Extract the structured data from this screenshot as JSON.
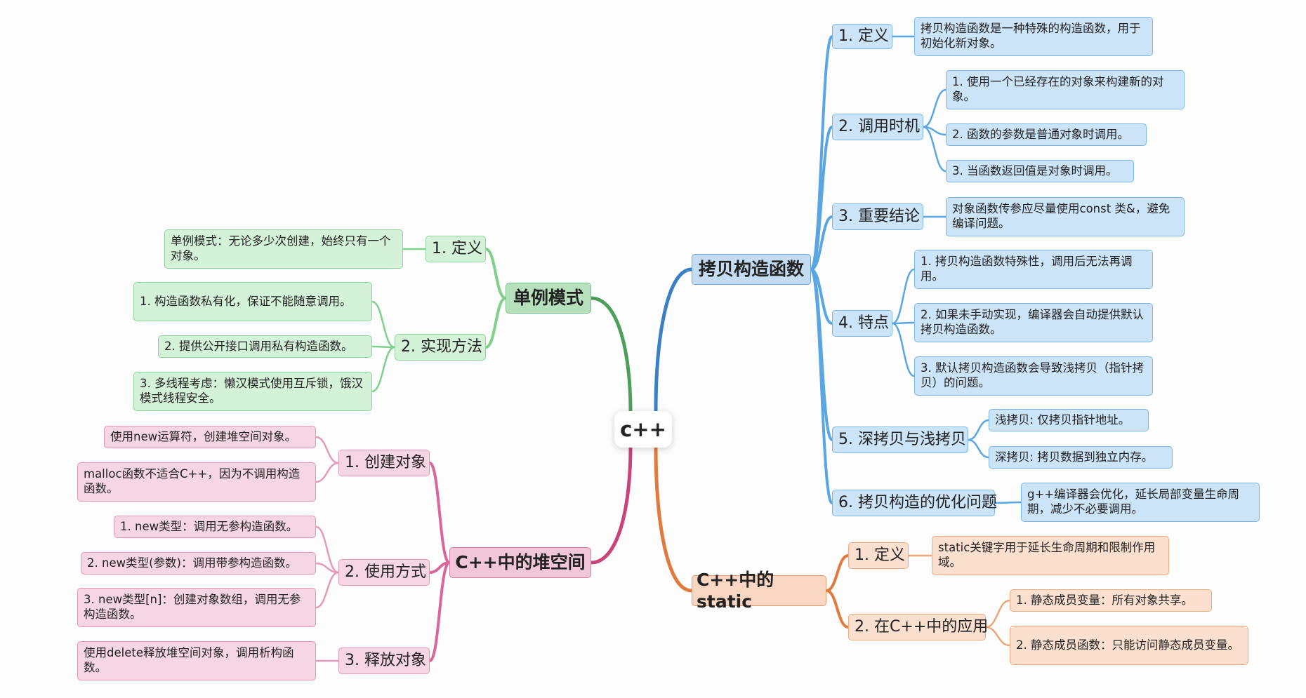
{
  "center": "c++",
  "branches": {
    "copy": {
      "title": "拷贝构造函数",
      "def": {
        "label": "1. 定义",
        "leaf": "拷贝构造函数是一种特殊的构造函数，用于初始化新对象。"
      },
      "timing": {
        "label": "2. 调用时机",
        "leaves": [
          "1. 使用一个已经存在的对象来构建新的对象。",
          "2. 函数的参数是普通对象时调用。",
          "3. 当函数返回值是对象时调用。"
        ]
      },
      "conclusion": {
        "label": "3. 重要结论",
        "leaf": "对象函数传参应尽量使用const 类&，避免编译问题。"
      },
      "features": {
        "label": "4. 特点",
        "leaves": [
          "1. 拷贝构造函数特殊性，调用后无法再调用。",
          "2. 如果未手动实现，编译器会自动提供默认拷贝构造函数。",
          "3. 默认拷贝构造函数会导致浅拷贝（指针拷贝）的问题。"
        ]
      },
      "deep": {
        "label": "5. 深拷贝与浅拷贝",
        "leaves": [
          "浅拷贝: 仅拷贝指针地址。",
          "深拷贝: 拷贝数据到独立内存。"
        ]
      },
      "optimize": {
        "label": "6. 拷贝构造的优化问题",
        "leaf": "g++编译器会优化，延长局部变量生命周期，减少不必要调用。"
      }
    },
    "static": {
      "title": "C++中的static",
      "def": {
        "label": "1. 定义",
        "leaf": "static关键字用于延长生命周期和限制作用域。"
      },
      "apply": {
        "label": "2. 在C++中的应用",
        "leaves": [
          "1. 静态成员变量：所有对象共享。",
          "2. 静态成员函数：只能访问静态成员变量。"
        ]
      }
    },
    "singleton": {
      "title": "单例模式",
      "def": {
        "label": "1. 定义",
        "leaf": "单例模式：无论多少次创建，始终只有一个对象。"
      },
      "impl": {
        "label": "2. 实现方法",
        "leaves": [
          "1. 构造函数私有化，保证不能随意调用。",
          "2. 提供公开接口调用私有构造函数。",
          "3. 多线程考虑：懒汉模式使用互斥锁，饿汉模式线程安全。"
        ]
      }
    },
    "heap": {
      "title": "C++中的堆空间",
      "create": {
        "label": "1. 创建对象",
        "leaves": [
          "使用new运算符，创建堆空间对象。",
          "malloc函数不适合C++，因为不调用构造函数。"
        ]
      },
      "usage": {
        "label": "2. 使用方式",
        "leaves": [
          "1. new类型：调用无参构造函数。",
          "2. new类型(参数)：调用带参构造函数。",
          "3. new类型[n]：创建对象数组，调用无参构造函数。"
        ]
      },
      "release": {
        "label": "3. 释放对象",
        "leaf": "使用delete释放堆空间对象，调用析构函数。"
      }
    }
  },
  "colors": {
    "blue_main_line": "#3b7fc4",
    "blue_line": "#5aa6e3",
    "orange_line": "#e07a3e",
    "orange_sub_line": "#eea57a",
    "green_main_line": "#4f9f5c",
    "green_line": "#7fd08b",
    "pink_main_line": "#c94479",
    "pink_line": "#d9679a",
    "pink_sub_line": "#e59ab9"
  }
}
